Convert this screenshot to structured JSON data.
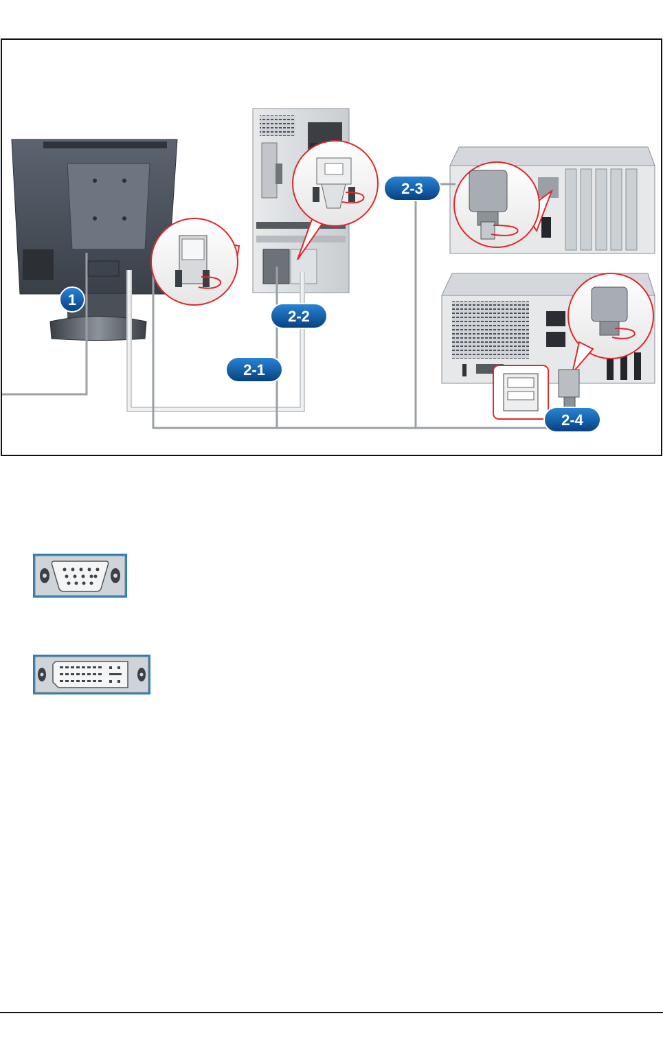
{
  "diagram": {
    "callouts": [
      {
        "id": "c1",
        "label": "1"
      },
      {
        "id": "c2-1",
        "label": "2-1"
      },
      {
        "id": "c2-2",
        "label": "2-2"
      },
      {
        "id": "c2-3",
        "label": "2-3"
      },
      {
        "id": "c2-4",
        "label": "2-4"
      }
    ],
    "callout_color": "#0a5aa8",
    "highlight_color": "#e2262a",
    "cable_color": "#bcc2c8"
  },
  "icons": {
    "vga_port": "vga-connector-icon",
    "dvi_port": "dvi-connector-icon"
  }
}
